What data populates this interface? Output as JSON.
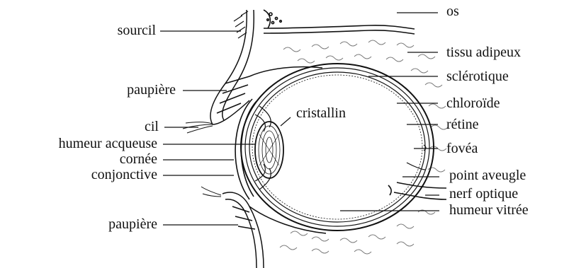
{
  "diagram": {
    "labels_left": {
      "sourcil": "sourcil",
      "paupiere_top": "paupière",
      "cil": "cil",
      "humeur_acqueuse": "humeur acqueuse",
      "cornee": "cornée",
      "conjonctive": "conjonctive",
      "paupiere_bottom": "paupière"
    },
    "labels_right": {
      "os": "os",
      "tissu_adipeux": "tissu adipeux",
      "sclerotique": "sclérotique",
      "choroide": "chloroïde",
      "retine": "rétine",
      "fovea": "fovéa",
      "point_aveugle": "point aveugle",
      "nerf_optique": "nerf optique",
      "humeur_vitree": "humeur vitrée"
    },
    "labels_center": {
      "cristallin": "cristallin"
    },
    "colors": {
      "ink": "#111111",
      "background": "#ffffff"
    }
  }
}
